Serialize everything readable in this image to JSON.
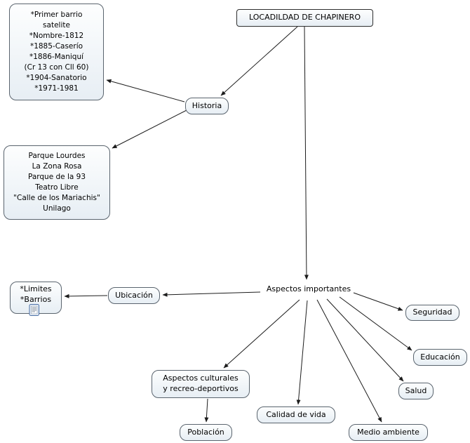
{
  "colors": {
    "background": "#ffffff",
    "node_fill_top": "#fdfefe",
    "node_fill_bottom": "#e7eef4",
    "node_border": "#5a646e",
    "edge": "#1c1c1c",
    "text": "#000000"
  },
  "nodes": {
    "root": {
      "label": "LOCADILDAD DE CHAPINERO"
    },
    "historia": {
      "label": "Historia"
    },
    "historia_datos": {
      "text": "*Primer barrio\nsatelite\n*Nombre-1812\n*1885-Caserío\n*1886-Maniquí\n(Cr 13 con Cll 60)\n*1904-Sanatorio\n*1971-1981"
    },
    "lugares": {
      "text": "Parque Lourdes\nLa Zona Rosa\nParque de la 93\nTeatro Libre\n\"Calle de los Mariachis\"\nUnilago"
    },
    "aspectos": {
      "label": "Aspectos importantes"
    },
    "ubicacion": {
      "label": "Ubicación"
    },
    "limites_barrios": {
      "text": "*Limites\n*Barrios",
      "icon": "resource-icon"
    },
    "seguridad": {
      "label": "Seguridad"
    },
    "educacion": {
      "label": "Educación"
    },
    "salud": {
      "label": "Salud"
    },
    "medio_ambiente": {
      "label": "Medio ambiente"
    },
    "calidad_de_vida": {
      "label": "Calidad de vida"
    },
    "aspectos_culturales": {
      "label": "Aspectos culturales\ny recreo-deportivos"
    },
    "poblacion": {
      "label": "Población"
    }
  }
}
